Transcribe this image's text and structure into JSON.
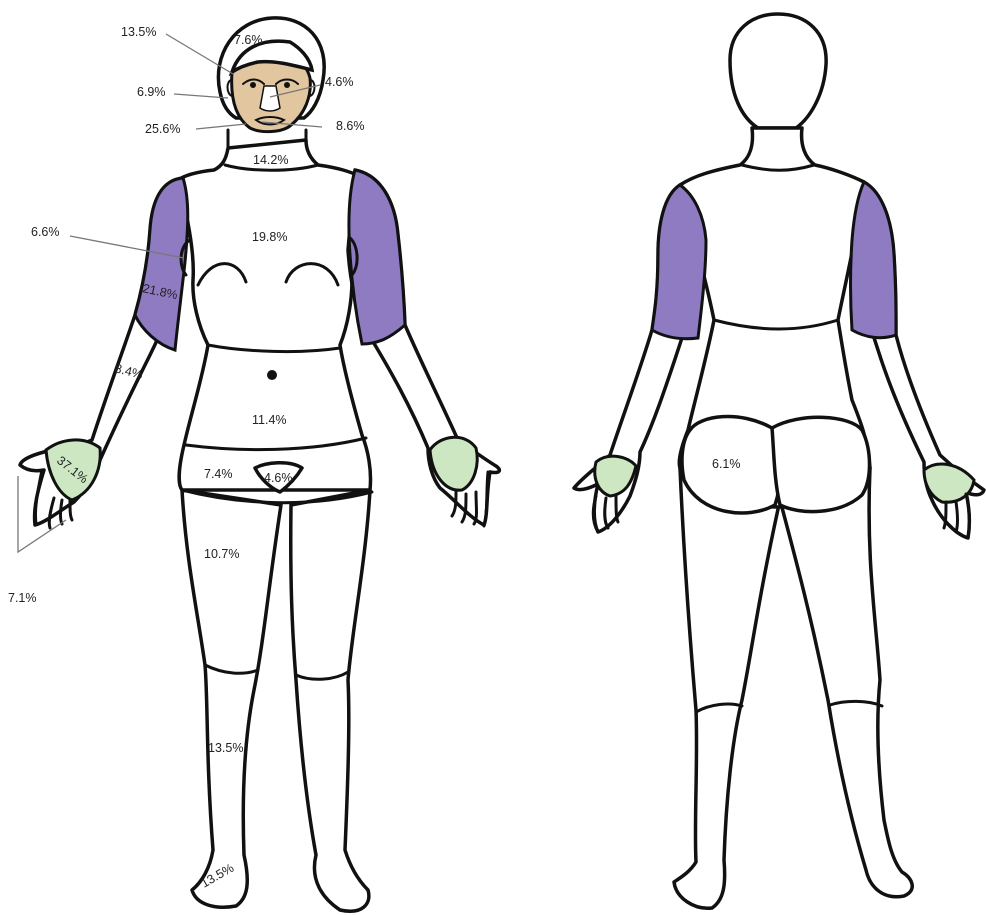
{
  "colors": {
    "face": "#e2c6a0",
    "upper_arm": "#8e7bc2",
    "palm": "#cde7c2",
    "outline": "#111111",
    "background": "#ffffff"
  },
  "front_labels": {
    "scalp": "7.6%",
    "forehead": "13.5%",
    "nose": "4.6%",
    "cheek": "6.9%",
    "chin": "8.6%",
    "perioral": "25.6%",
    "neck": "14.2%",
    "axilla": "6.6%",
    "chest": "19.8%",
    "upper_arm": "21.8%",
    "forearm": "8.4%",
    "abdomen": "11.4%",
    "palm": "37.1%",
    "groin": "7.4%",
    "genital": "4.6%",
    "fingers": "7.1%",
    "thigh": "10.7%",
    "lower_leg": "13.5%",
    "foot": "13.5%"
  },
  "back_labels": {
    "buttocks": "6.1%"
  }
}
